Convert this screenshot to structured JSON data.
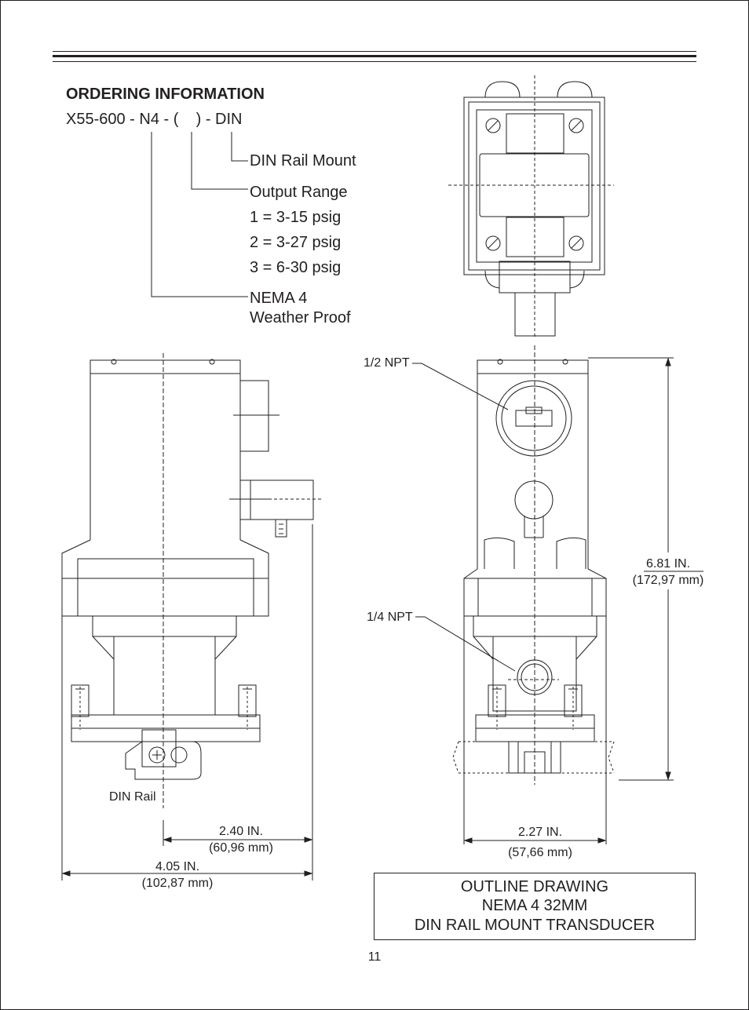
{
  "ordering": {
    "heading": "ORDERING INFORMATION",
    "part_code": "X55-600 - N4 - (    ) - DIN",
    "din_rail_mount": "DIN Rail Mount",
    "output_range": "Output Range",
    "range_1": "1 = 3-15 psig",
    "range_2": "2 = 3-27 psig",
    "range_3": "3 = 6-30 psig",
    "nema_4": "NEMA 4",
    "weather_proof": "Weather Proof"
  },
  "drawing": {
    "npt_half": "1/2 NPT",
    "npt_quarter": "1/4 NPT",
    "din_rail": "DIN Rail",
    "height_in": "6.81 IN.",
    "height_mm": "(172,97 mm)",
    "width_front_in": "2.27 IN.",
    "width_front_mm": "(57,66 mm)",
    "offset_in": "2.40 IN.",
    "offset_mm": "(60,96 mm)",
    "width_side_in": "4.05 IN.",
    "width_side_mm": "(102,87 mm)"
  },
  "title_block": {
    "line1": "OUTLINE DRAWING",
    "line2": "NEMA 4 32MM",
    "line3": "DIN RAIL MOUNT TRANSDUCER"
  },
  "page_number": "11"
}
